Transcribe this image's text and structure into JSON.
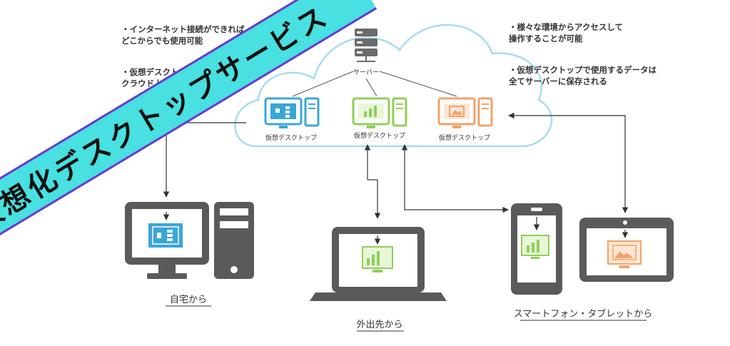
{
  "notes": {
    "left_1": "・インターネット接続ができれば\nどこからでも使用可能",
    "left_2": "・仮想デスクトップのマシンは\nクラウド上で動いている",
    "right_1": "・様々な環境からアクセスして\n操作することが可能",
    "right_2": "・仮想デスクトップで使用するデータは\n全てサーバーに保存される"
  },
  "server_label": "サーバー",
  "virtual_desktops": [
    {
      "label": "仮想デスクトップ",
      "color": "#3aa6d8"
    },
    {
      "label": "仮想デスクトップ",
      "color": "#8fcf5a"
    },
    {
      "label": "仮想デスクトップ",
      "color": "#f0a36a"
    }
  ],
  "devices": {
    "home": "自宅から",
    "outside": "外出先から",
    "mobile": "スマートフォン・タブレットから"
  },
  "banner": "仮想化デスクトップサービス",
  "colors": {
    "cloud_outline": "#a8dcf0",
    "banner_fill": "#48e0e0",
    "banner_border": "#6a3ad0",
    "device_gray": "#5a5a5a"
  }
}
